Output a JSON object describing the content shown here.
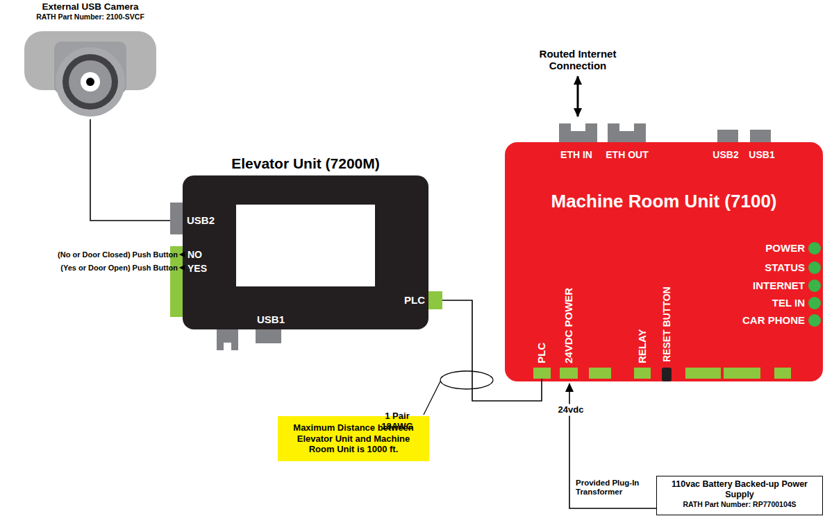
{
  "diagram": {
    "nodes": [
      {
        "text": [
          "External USB Camera",
          "RATH Part Number: 2100-SVCF"
        ]
      },
      {
        "text": [
          "Elevator Unit (7200M)"
        ]
      },
      {
        "text": [
          "Machine Room Unit (7100)"
        ]
      },
      {
        "text": [
          "Maximum Distance between Elevator Unit and Machine Room Unit is 1000 ft."
        ]
      },
      {
        "text": [
          "110vac Battery Backed-up Power Supply",
          "RATH Part Number: RP7700104S"
        ]
      }
    ],
    "edges": [
      {
        "from": 0,
        "to": 1,
        "arrow": "none"
      },
      {
        "from": 1,
        "to": 2,
        "arrow": "none"
      },
      {
        "from": 4,
        "to": 2,
        "label": "Provided Plug-In Transformer",
        "arrow": "to"
      }
    ],
    "labels": [
      "Routed Internet Connection",
      "ETH IN",
      "ETH OUT",
      "USB2",
      "USB1",
      "POWER",
      "STATUS",
      "INTERNET",
      "TEL IN",
      "CAR PHONE",
      "PLC",
      "24VDC POWER",
      "RELAY",
      "RESET BUTTON",
      "24vdc",
      "USB2",
      "NO",
      "YES",
      "PLC",
      "USB1",
      "(No or Door Closed) Push Button",
      "(Yes or Door Open) Push Button",
      "1 Pair 18AWG"
    ]
  }
}
